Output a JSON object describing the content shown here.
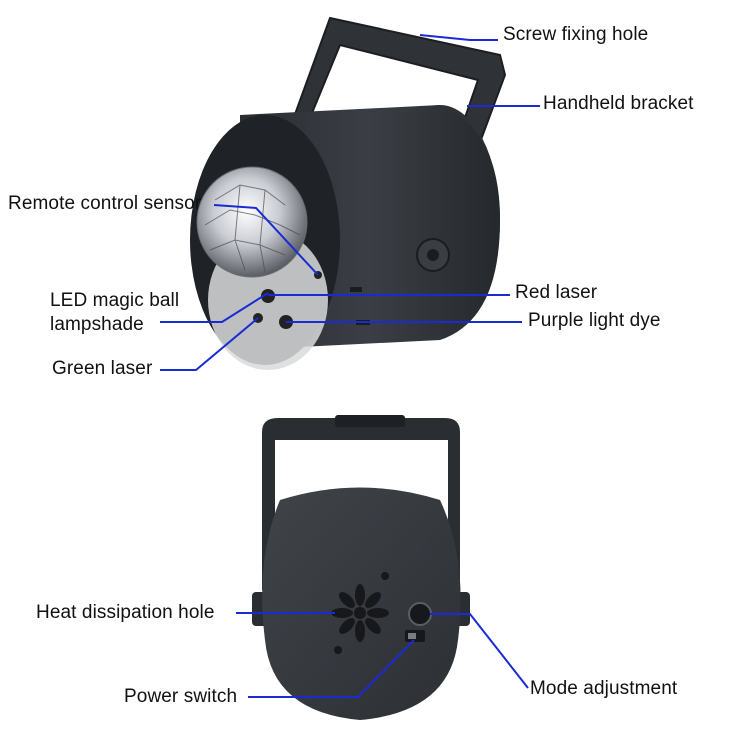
{
  "labels": {
    "screw_fixing_hole": "Screw fixing hole",
    "handheld_bracket": "Handheld bracket",
    "remote_control_sensor": "Remote control sensor",
    "led_magic_ball_line1": "LED magic ball",
    "led_magic_ball_line2": "lampshade",
    "red_laser": "Red laser",
    "purple_light_dye": "Purple light dye",
    "green_laser": "Green laser",
    "heat_dissipation_hole": "Heat dissipation hole",
    "power_switch": "Power switch",
    "mode_adjustment": "Mode adjustment"
  },
  "colors": {
    "callout_line": "#1a2bd6",
    "body_dark": "#2b2e33",
    "body_mid": "#3a3e44",
    "body_light": "#55595f"
  }
}
